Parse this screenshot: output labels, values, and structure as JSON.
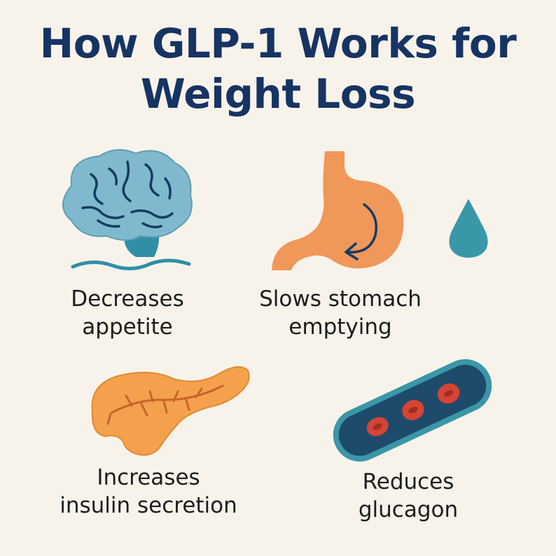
{
  "title": {
    "line1": "How GLP-1 Works for",
    "line2": "Weight Loss"
  },
  "panels": [
    {
      "icon": "brain-icon",
      "line1": "Decreases",
      "line2": "appetite"
    },
    {
      "icon": "stomach-icon",
      "line1": "Slows stomach",
      "line2": "emptying"
    },
    {
      "icon": "pancreas-icon",
      "line1": "Increases",
      "line2": "insulin secretion"
    },
    {
      "icon": "blood-vessel-icon",
      "line1": "Reduces",
      "line2": "glucagon"
    }
  ],
  "colors": {
    "background": "#f8f3ea",
    "title": "#163463",
    "brain": "#7fb8cc",
    "stomach": "#f0975a",
    "pancreas": "#f3a14c",
    "vessel": "#1e4b6b",
    "blood_cell": "#d54434",
    "droplet": "#3a97a8"
  }
}
